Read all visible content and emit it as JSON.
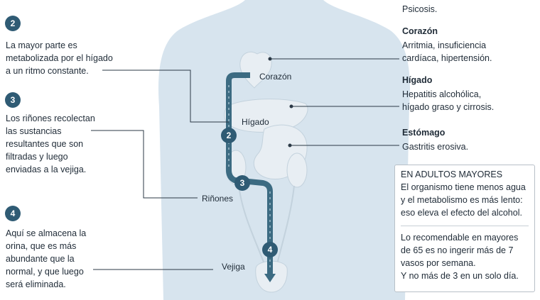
{
  "colors": {
    "body": "#d7e4ee",
    "organ": "#e8eef3",
    "path": "#3c6b82",
    "badge": "#2f5b74"
  },
  "steps": [
    {
      "number": "2",
      "text": "La mayor parte es\nmetabolizada por el hígado\na un ritmo constante."
    },
    {
      "number": "3",
      "text": "Los riñones recolectan\nlas sustancias\nresultantes que son\nfiltradas y luego\nenviadas a la vejiga."
    },
    {
      "number": "4",
      "text": "Aquí se almacena la\norina, que es más\nabundante que la\nnormal, y que luego\nserá eliminada."
    }
  ],
  "path_badges": [
    "2",
    "3",
    "4"
  ],
  "organ_labels": {
    "heart": "Corazón",
    "liver": "Hígado",
    "kidneys": "Riñones",
    "bladder": "Vejiga"
  },
  "effects": {
    "top_text": "Psicosis.",
    "items": [
      {
        "title": "Corazón",
        "desc": "Arritmia, insuficiencia\ncardíaca, hipertensión."
      },
      {
        "title": "Hígado",
        "desc": "Hepatitis alcohólica,\nhígado graso y cirrosis."
      },
      {
        "title": "Estómago",
        "desc": "Gastritis erosiva."
      }
    ]
  },
  "elderly_box": {
    "heading": "EN ADULTOS MAYORES",
    "para1": "El organismo tiene menos agua\ny el metabolismo es más lento:\neso eleva el efecto del alcohol.",
    "para2": "Lo recomendable en mayores\nde 65 es no ingerir más de 7\nvasos por semana.\nY no más de 3 en un solo día."
  }
}
